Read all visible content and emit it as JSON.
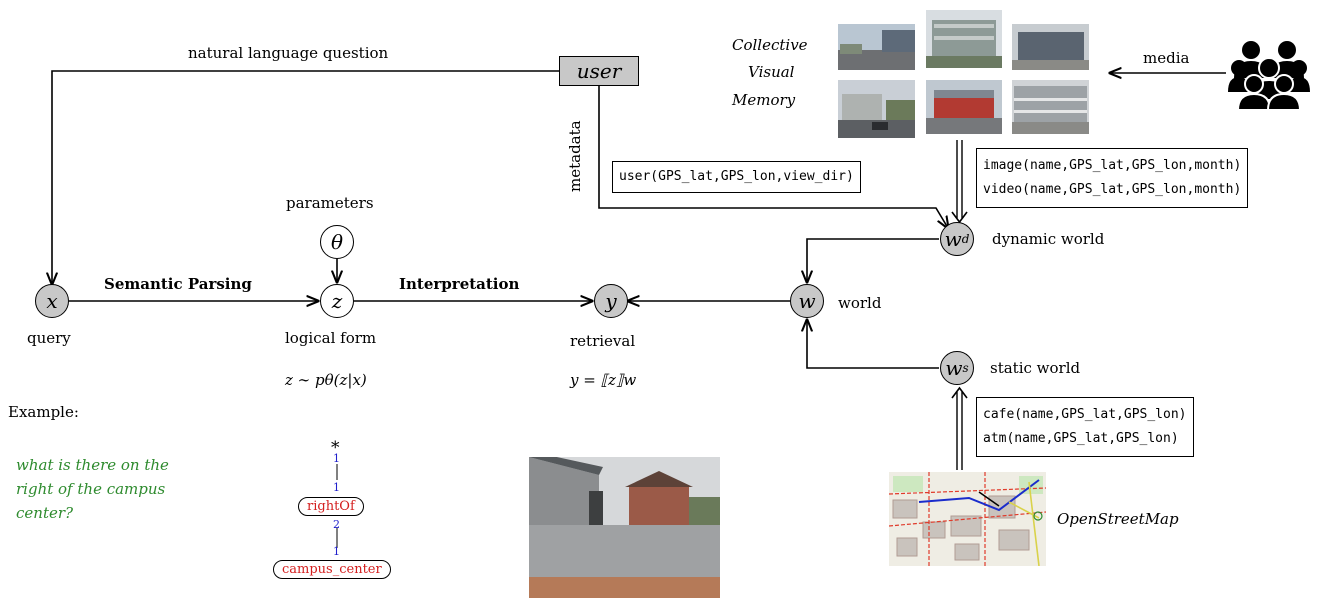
{
  "edges": {
    "natural_language_question": "natural language question",
    "metadata": "metadata",
    "media": "media",
    "semantic_parsing": "Semantic Parsing",
    "interpretation": "Interpretation",
    "parameters": "parameters"
  },
  "nodes": {
    "user": "user",
    "x": "x",
    "theta": "θ",
    "z": "z",
    "y": "y",
    "w": "w",
    "wd": "w",
    "wd_sub": "d",
    "ws": "w",
    "ws_sub": "s"
  },
  "labels": {
    "query": "query",
    "logical_form": "logical form",
    "z_formula": "z ∼ pθ(z|x)",
    "retrieval": "retrieval",
    "y_formula": "y = ⟦z⟧w",
    "world": "world",
    "dynamic_world": "dynamic world",
    "static_world": "static world",
    "collective_visual_memory": [
      "Collective",
      "Visual",
      "Memory"
    ],
    "openstreetmap": "OpenStreetMap"
  },
  "boxes": {
    "user_predicate": "user(GPS_lat,GPS_lon,view_dir)",
    "media_predicates": [
      "image(name,GPS_lat,GPS_lon,month)",
      "video(name,GPS_lat,GPS_lon,month)"
    ],
    "static_predicates": [
      "cafe(name,GPS_lat,GPS_lon)",
      "atm(name,GPS_lat,GPS_lon)"
    ]
  },
  "example": {
    "heading": "Example:",
    "question_lines": [
      "what is there on the",
      "right of the campus",
      "center?"
    ],
    "tree": {
      "root": "*",
      "node1": "rightOf",
      "node2": "campus_center",
      "numbers": [
        "1",
        "1",
        "2",
        "1"
      ]
    }
  },
  "colors": {
    "node_fill": "#c8c8c8",
    "question_text": "#2e8b2e",
    "tree_text": "#d42020",
    "tree_numbers": "#2020cc"
  }
}
